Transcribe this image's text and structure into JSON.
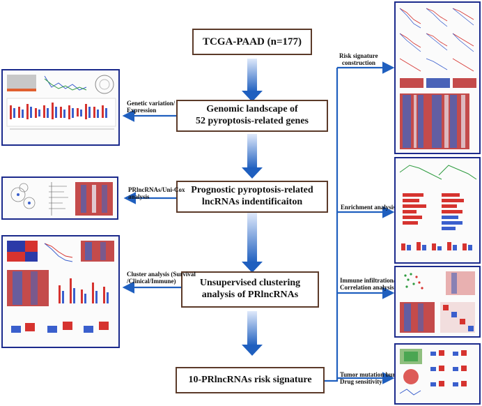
{
  "boxes": {
    "cohort": "TCGA-PAAD (n=177)",
    "landscape_1": "Genomic landscape of",
    "landscape_2": "52 pyroptosis-related genes",
    "prognostic_1": "Prognostic pyroptosis-related",
    "prognostic_2": "lncRNAs indentificaiton",
    "clustering_1": "Unsupervised clustering",
    "clustering_2": "analysis of PRlncRNAs",
    "signature": "10-PRlncRNAs risk signature"
  },
  "left_labels": {
    "genetic_1": "Genetic variation/",
    "genetic_2": "Expression",
    "prlnc_1": "PRlncRNAs/Uni-Cox",
    "prlnc_2": "analysis",
    "cluster_1": "Cluster analysis (Survival",
    "cluster_2": "/Clinical/Immune)"
  },
  "right_labels": {
    "risk_1": "Risk signature",
    "risk_2": "construction",
    "enrichment": "Enrichment analysis",
    "immune_1": "Immune infiltration/",
    "immune_2": "Correlation analysis",
    "tmb_1": "Tumor mutation burden/",
    "tmb_2": "Drug sensitivity"
  },
  "colors": {
    "box_border": "#5b3a29",
    "arrow_blue": "#1f5fbf",
    "panel_border": "#1b2a8c",
    "heat_red": "#d6332f",
    "heat_blue": "#3a5fcd"
  }
}
